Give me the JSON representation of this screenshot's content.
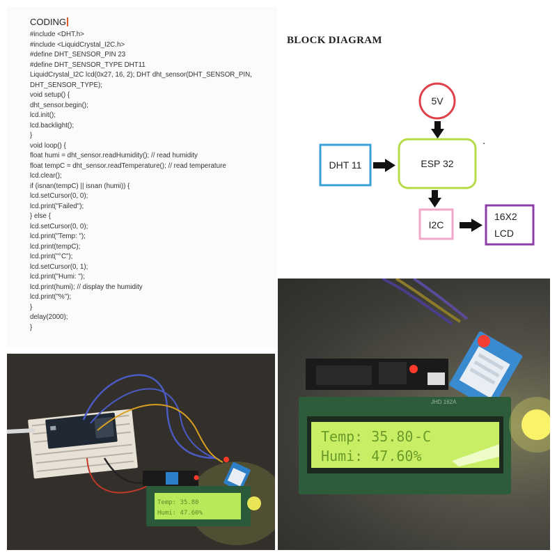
{
  "code": {
    "title": "CODING",
    "lines": [
      "#include <DHT.h>",
      "#include <LiquidCrystal_I2C.h>",
      "#define DHT_SENSOR_PIN 23",
      "#define DHT_SENSOR_TYPE DHT11",
      "LiquidCrystal_I2C lcd(0x27, 16, 2); DHT dht_sensor(DHT_SENSOR_PIN,",
      "DHT_SENSOR_TYPE);",
      "void setup() {",
      "dht_sensor.begin();",
      "lcd.init();",
      "lcd.backlight();",
      "}",
      "void loop() {",
      "float humi = dht_sensor.readHumidity(); // read humidity",
      "float tempC = dht_sensor.readTemperature(); // read temperature",
      "lcd.clear();",
      "if (isnan(tempC) || isnan (humi)) {",
      "lcd.setCursor(0, 0);",
      "lcd.print(\"Failed\");",
      "} else {",
      "lcd.setCursor(0, 0);",
      "lcd.print(\"Temp: \");",
      "lcd.print(tempC);",
      "lcd.print(\"°C\");",
      "lcd.setCursor(0, 1);",
      "lcd.print(\"Humi: \");",
      "lcd.print(humi); // display the humidity",
      "lcd.print(\"%\");",
      "}",
      "delay(2000);",
      "}"
    ]
  },
  "diagram": {
    "title": "BLOCK DIAGRAM",
    "power": "5V",
    "sensor": "DHT 11",
    "controller": "ESP 32",
    "interface": "I2C",
    "display_line1": "16X2",
    "display_line2": "LCD",
    "colors": {
      "power": "#e0404a",
      "sensor": "#3aa0d8",
      "controller": "#b5dc46",
      "interface": "#f2a6c8",
      "display": "#8b3fa8"
    }
  },
  "photos": {
    "lcd_line1": "Temp: 35.80",
    "lcd_line1_suffix": "-C",
    "lcd_line2": "Humi: 47.60%",
    "module_label": "JHD 162A"
  }
}
